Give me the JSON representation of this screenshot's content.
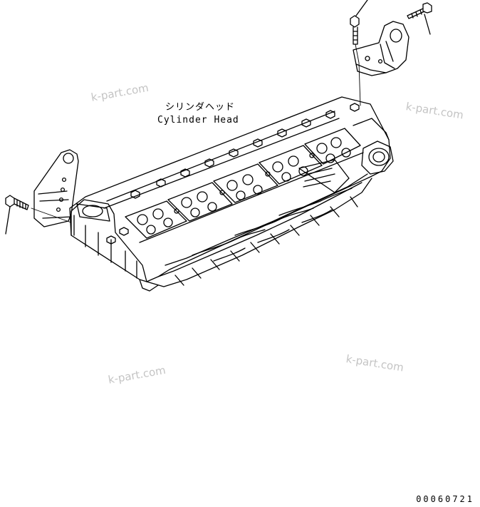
{
  "labels": {
    "part_jp": "シリンダヘッド",
    "part_en": "Cylinder Head"
  },
  "watermarks": [
    "k-part.com",
    "k-part.com",
    "k-part.com",
    "k-part.com"
  ],
  "drawing_code": "00060721",
  "colors": {
    "line": "#000000",
    "watermark": "#c4c4c4",
    "background": "#ffffff"
  }
}
